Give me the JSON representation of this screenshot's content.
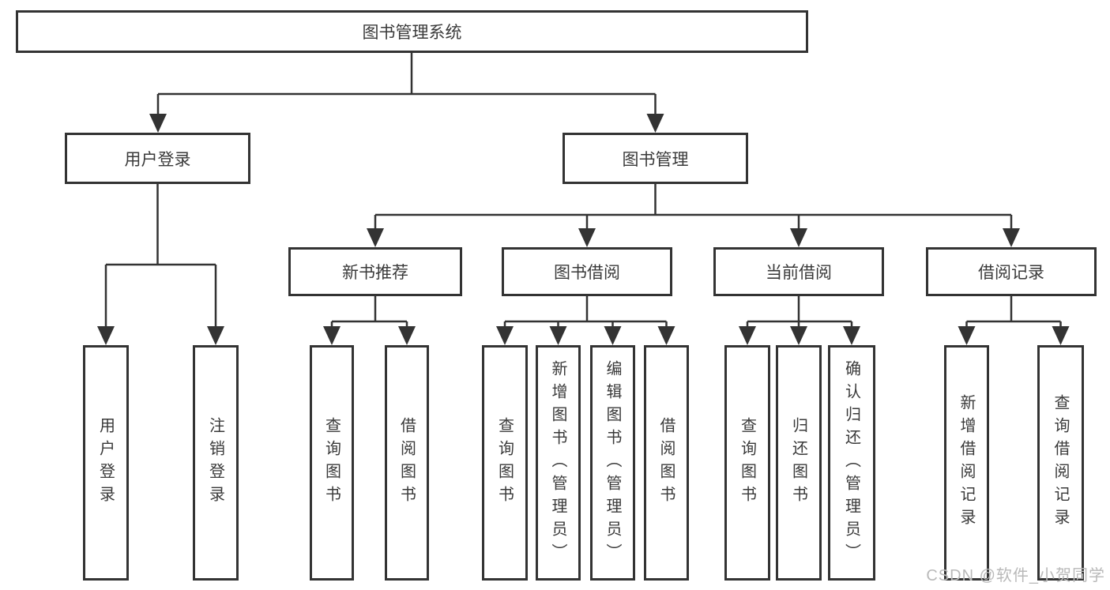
{
  "nodes": {
    "root": "图书管理系统",
    "user_login": "用户登录",
    "book_management": "图书管理",
    "new_book_recommend": "新书推荐",
    "book_borrowing": "图书借阅",
    "current_borrowing": "当前借阅",
    "borrowing_records": "借阅记录",
    "leaf_user_login": "用户登录",
    "leaf_logout": "注销登录",
    "leaf_nb_query_books": "查询图书",
    "leaf_nb_borrow_books": "借阅图书",
    "leaf_bb_query_books": "查询图书",
    "leaf_bb_add_books_admin": "新增图书（管理员）",
    "leaf_bb_edit_books_admin": "编辑图书（管理员）",
    "leaf_bb_borrow_books": "借阅图书",
    "leaf_cb_query_books": "查询图书",
    "leaf_cb_return_books": "归还图书",
    "leaf_cb_confirm_return_admin": "确认归还（管理员）",
    "leaf_br_add_record": "新增借阅记录",
    "leaf_br_query_record": "查询借阅记录"
  },
  "watermark": "CSDN @软件_小贺同学",
  "colors": {
    "line": "#333333",
    "text": "#3a3a3a",
    "box_background": "#ffffff",
    "watermark": "#b9b9b9"
  }
}
